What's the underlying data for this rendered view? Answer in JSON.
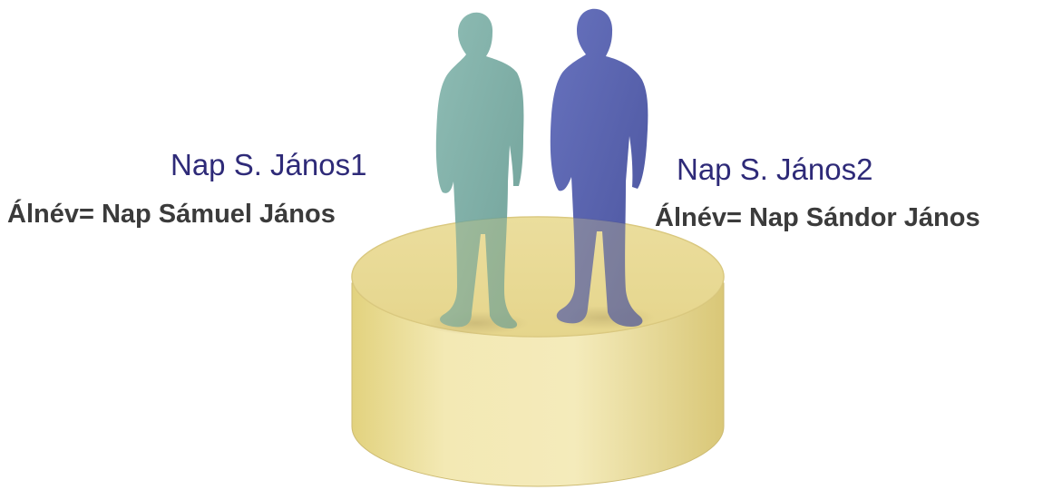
{
  "users": [
    {
      "name": "Nap S. János1",
      "alias": "Álnév= Nap Sámuel János"
    },
    {
      "name": "Nap S. János2",
      "alias": "Álnév= Nap Sándor János"
    }
  ],
  "colors": {
    "name_text": "#2e2a78",
    "alias_text": "#3b3b3b",
    "figure_left": "#6aa39a",
    "figure_right": "#4a55a6",
    "cylinder_top": "#eadc98",
    "cylinder_side": "#ecdf9e",
    "cylinder_edge": "#c9b66a"
  },
  "icons": {
    "database": "database-cylinder-icon",
    "person_left": "person-silhouette-icon",
    "person_right": "person-silhouette-icon"
  }
}
